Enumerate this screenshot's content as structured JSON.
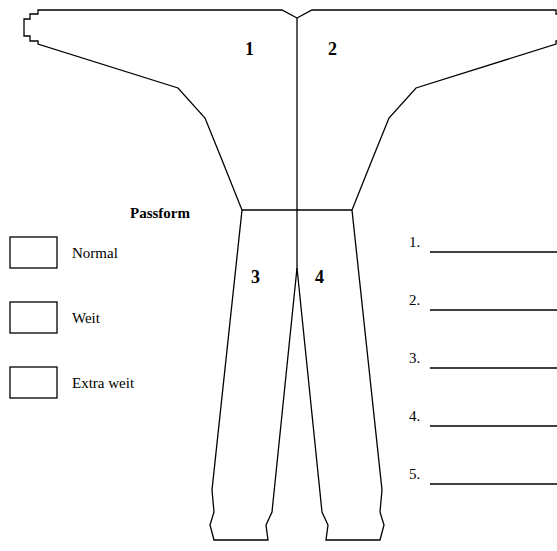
{
  "diagram": {
    "labels": [
      "1",
      "2",
      "3",
      "4",
      "Passform",
      "Normal",
      "Weit",
      "Extra weit",
      "1.",
      "2.",
      "3.",
      "4.",
      "5."
    ]
  }
}
